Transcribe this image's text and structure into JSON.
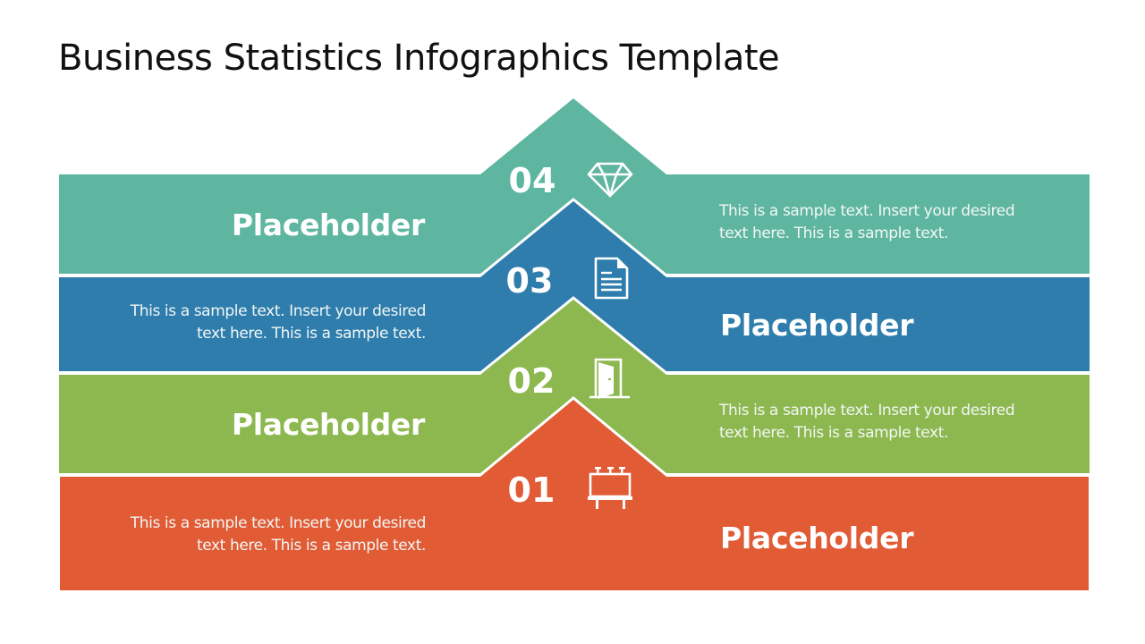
{
  "slide": {
    "title": "Business Statistics Infographics Template"
  },
  "colors": {
    "teal": "#5fb6a0",
    "blue": "#2e7dac",
    "green": "#8cb84f",
    "orange": "#e15b35"
  },
  "steps": [
    {
      "number": "04",
      "icon": "diamond-icon",
      "color": "#5fb6a0",
      "placeholder": "Placeholder",
      "placeholder_side": "left",
      "description": "This is a sample text. Insert your desired text here. This is a sample text.",
      "description_line1": "This is a sample text. Insert your desired",
      "description_line2": "text here. This is a sample text.",
      "description_side": "right"
    },
    {
      "number": "03",
      "icon": "document-icon",
      "color": "#2e7dac",
      "placeholder": "Placeholder",
      "placeholder_side": "right",
      "description": "This is a sample text. Insert your desired text here. This is a sample text.",
      "description_line1": "This is a sample text. Insert your desired",
      "description_line2": "text here. This is a sample text.",
      "description_side": "left"
    },
    {
      "number": "02",
      "icon": "open-door-icon",
      "color": "#8cb84f",
      "placeholder": "Placeholder",
      "placeholder_side": "left",
      "description": "This is a sample text. Insert your desired text here. This is a sample text.",
      "description_line1": "This is a sample text. Insert your desired",
      "description_line2": "text here. This is a sample text.",
      "description_side": "right"
    },
    {
      "number": "01",
      "icon": "billboard-icon",
      "color": "#e15b35",
      "placeholder": "Placeholder",
      "placeholder_side": "right",
      "description": "This is a sample text. Insert your desired text here. This is a sample text.",
      "description_line1": "This is a sample text. Insert your desired",
      "description_line2": "text here. This is a sample text.",
      "description_side": "left"
    }
  ]
}
